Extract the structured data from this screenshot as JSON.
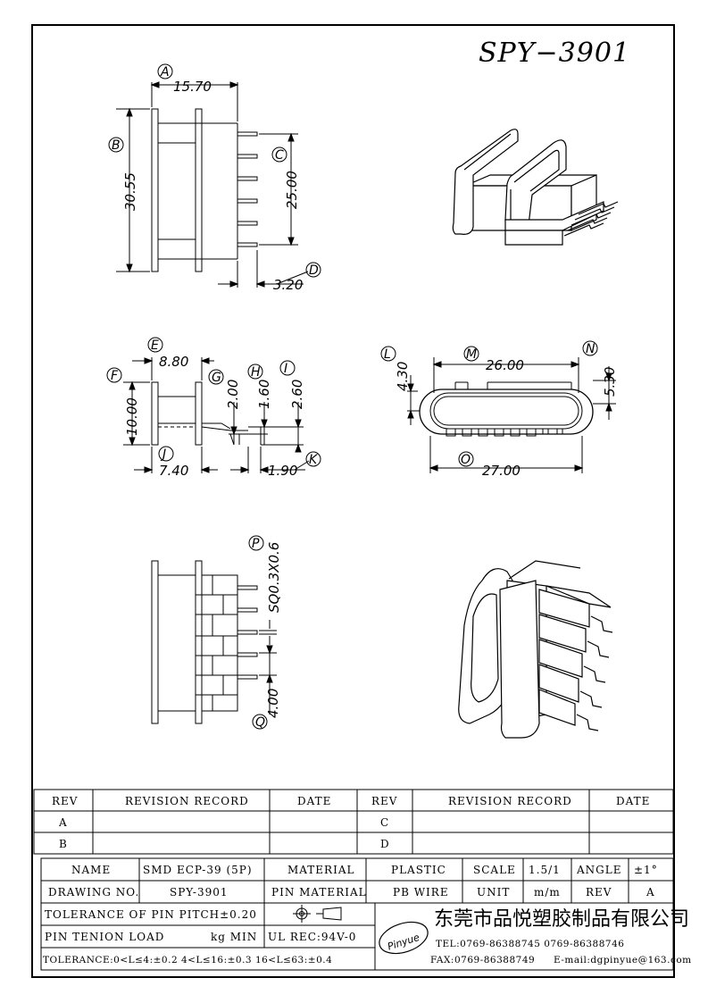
{
  "part_number": "SPY−3901",
  "dimensions": {
    "A": {
      "label": "A",
      "value": "15.70"
    },
    "B": {
      "label": "B",
      "value": "30.55"
    },
    "C": {
      "label": "C",
      "value": "25.00"
    },
    "D": {
      "label": "D",
      "value": "3.20"
    },
    "E": {
      "label": "E",
      "value": "8.80"
    },
    "F": {
      "label": "F",
      "value": "10.00"
    },
    "G": {
      "label": "G",
      "value": "2.00"
    },
    "H": {
      "label": "H",
      "value": "1.60"
    },
    "I": {
      "label": "I",
      "value": "2.60"
    },
    "J": {
      "label": "J",
      "value": "7.40"
    },
    "K": {
      "label": "K",
      "value": "1.90"
    },
    "L": {
      "label": "L",
      "value": "4.30"
    },
    "M": {
      "label": "M",
      "value": "26.00"
    },
    "N": {
      "label": "N",
      "value": "5.30"
    },
    "O": {
      "label": "O",
      "value": "27.00"
    },
    "P": {
      "label": "P",
      "value": "SQ0.3X0.6"
    },
    "Q": {
      "label": "Q",
      "value": "4.00"
    }
  },
  "revision_table": {
    "headers": [
      "REV",
      "REVISION RECORD",
      "DATE",
      "REV",
      "REVISION RECORD",
      "DATE"
    ],
    "rows": [
      {
        "rev_left": "A",
        "rev_right": "C"
      },
      {
        "rev_left": "B",
        "rev_right": "D"
      }
    ]
  },
  "title_block": {
    "name_label": "NAME",
    "name_value": "SMD ECP-39 (5P)",
    "material_label": "MATERIAL",
    "material_value": "PLASTIC",
    "scale_label": "SCALE",
    "scale_value": "1.5/1",
    "angle_label": "ANGLE",
    "angle_value": "±1°",
    "drawing_no_label": "DRAWING NO.",
    "drawing_no_value": "SPY-3901",
    "pin_material_label": "PIN MATERIAL",
    "pin_material_value": "PB WIRE",
    "unit_label": "UNIT",
    "unit_value": "m/m",
    "rev_label": "REV",
    "rev_value": "A",
    "tolerance_pitch": "TOLERANCE OF PIN PITCH±0.20",
    "pin_tension_label": "PIN TENION LOAD",
    "pin_tension_unit": "kg MIN",
    "ul_rec": "UL REC:94V-0",
    "tolerance_general": "TOLERANCE:0<L≤4:±0.2  4<L≤16:±0.3  16<L≤63:±0.4",
    "logo_text": "Pinyue",
    "company_name": "东莞市品悦塑胶制品有限公司",
    "tel": "TEL:0769-86388745   0769-86388746",
    "fax": "FAX:0769-86388749",
    "email": "E-mail:dgpinyue@163.com"
  }
}
